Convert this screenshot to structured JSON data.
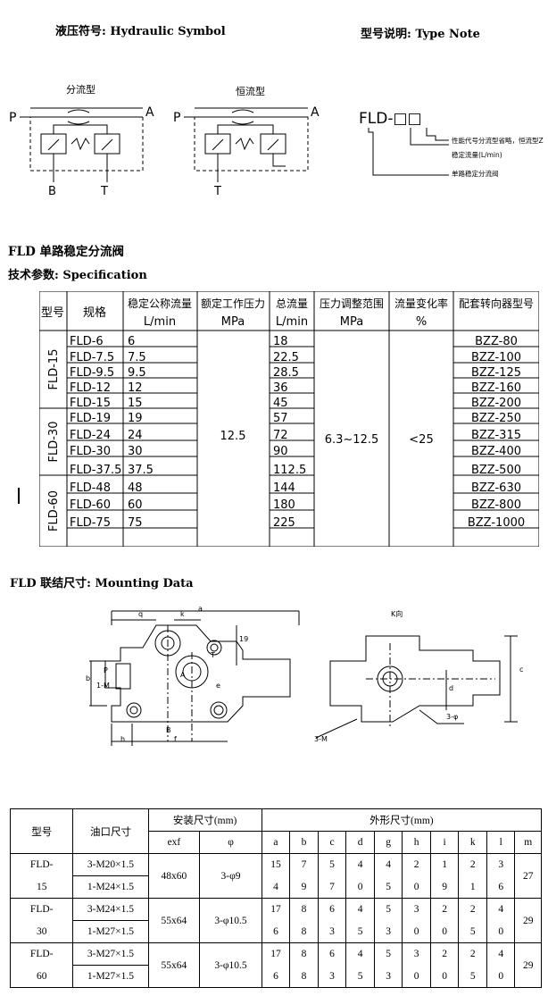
{
  "header": {
    "hydraulic_symbol": "液压符号: Hydraulic Symbol",
    "type_note": "型号说明: Type Note"
  },
  "symbols": {
    "split_label": "分流型",
    "constant_label": "恒流型",
    "port_p": "P",
    "port_a": "A",
    "port_b": "B",
    "port_t": "T"
  },
  "type_note": {
    "code": "FLD-□□",
    "line1": "性能代号分流型省略，恒流型Z",
    "line2": "稳定流量(L/min)",
    "line3": "单路稳定分流阀"
  },
  "product_title": "FLD 单路稳定分流阀",
  "spec_title": "技术参数: Specification",
  "spec": {
    "headers": [
      "型号",
      "规格",
      "稳定公称流量",
      "额定工作压力",
      "总流量",
      "压力调整范围",
      "流量变化率",
      "配套转向器型号"
    ],
    "units": [
      "L/min",
      "MPa",
      "L/min",
      "MPa",
      "%"
    ],
    "groups": [
      "FLD-15",
      "FLD-30",
      "FLD-60"
    ],
    "pressure": "12.5",
    "range": "6.3~12.5",
    "change": "<25",
    "rows": [
      [
        "FLD-6",
        "6",
        "18",
        "BZZ-80"
      ],
      [
        "FLD-7.5",
        "7.5",
        "22.5",
        "BZZ-100"
      ],
      [
        "FLD-9.5",
        "9.5",
        "28.5",
        "BZZ-125"
      ],
      [
        "FLD-12",
        "12",
        "36",
        "BZZ-160"
      ],
      [
        "FLD-15",
        "15",
        "45",
        "BZZ-200"
      ],
      [
        "FLD-19",
        "19",
        "57",
        "BZZ-250"
      ],
      [
        "FLD-24",
        "24",
        "72",
        "BZZ-315"
      ],
      [
        "FLD-30",
        "30",
        "90",
        "BZZ-400"
      ],
      [
        "FLD-37.5",
        "37.5",
        "112.5",
        "BZZ-500"
      ],
      [
        "FLD-48",
        "48",
        "144",
        "BZZ-630"
      ],
      [
        "FLD-60",
        "60",
        "180",
        "BZZ-800"
      ],
      [
        "FLD-75",
        "75",
        "225",
        "BZZ-1000"
      ]
    ]
  },
  "mount_title": "FLD 联结尺寸: Mounting Data",
  "drawing": {
    "a": "a",
    "q": "q",
    "k": "k",
    "n19": "19",
    "b": "b",
    "p": "P",
    "t": "T",
    "a_port": "A",
    "b_port": "B",
    "h": "h",
    "f": "f",
    "e": "e",
    "m": "1-M",
    "k_view": "K向",
    "c": "c",
    "d": "d",
    "phi": "3-φ",
    "m3": "3-M"
  },
  "mount": {
    "h_type": "型号",
    "h_port": "油口尺寸",
    "h_install": "安装尺寸(mm)",
    "h_outer": "外形尺寸(mm)",
    "h_exf": "exf",
    "h_phi": "φ",
    "dims": [
      "a",
      "b",
      "c",
      "d",
      "g",
      "h",
      "i",
      "k",
      "l",
      "m"
    ],
    "models": [
      {
        "top": "FLD-",
        "bottom": "15",
        "port1": "3-M20×1.5",
        "port2": "1-M24×1.5",
        "exf": "48x60",
        "phi": "3-φ9",
        "r1": [
          "15",
          "7",
          "5",
          "4",
          "4",
          "2",
          "1",
          "2",
          "3"
        ],
        "r2": [
          "4",
          "9",
          "7",
          "0",
          "5",
          "0",
          "9",
          "1",
          "6"
        ],
        "m": "27"
      },
      {
        "top": "FLD-",
        "bottom": "30",
        "port1": "3-M24×1.5",
        "port2": "1-M27×1.5",
        "exf": "55x64",
        "phi": "3-φ10.5",
        "r1": [
          "17",
          "8",
          "6",
          "4",
          "5",
          "3",
          "2",
          "2",
          "4"
        ],
        "r2": [
          "6",
          "8",
          "3",
          "5",
          "3",
          "0",
          "0",
          "5",
          "0"
        ],
        "m": "29"
      },
      {
        "top": "FLD-",
        "bottom": "60",
        "port1": "3-M27×1.5",
        "port2": "1-M27×1.5",
        "exf": "55x64",
        "phi": "3-φ10.5",
        "r1": [
          "17",
          "8",
          "6",
          "4",
          "5",
          "3",
          "2",
          "2",
          "4"
        ],
        "r2": [
          "6",
          "8",
          "3",
          "5",
          "3",
          "0",
          "0",
          "5",
          "0"
        ],
        "m": "29"
      }
    ]
  }
}
